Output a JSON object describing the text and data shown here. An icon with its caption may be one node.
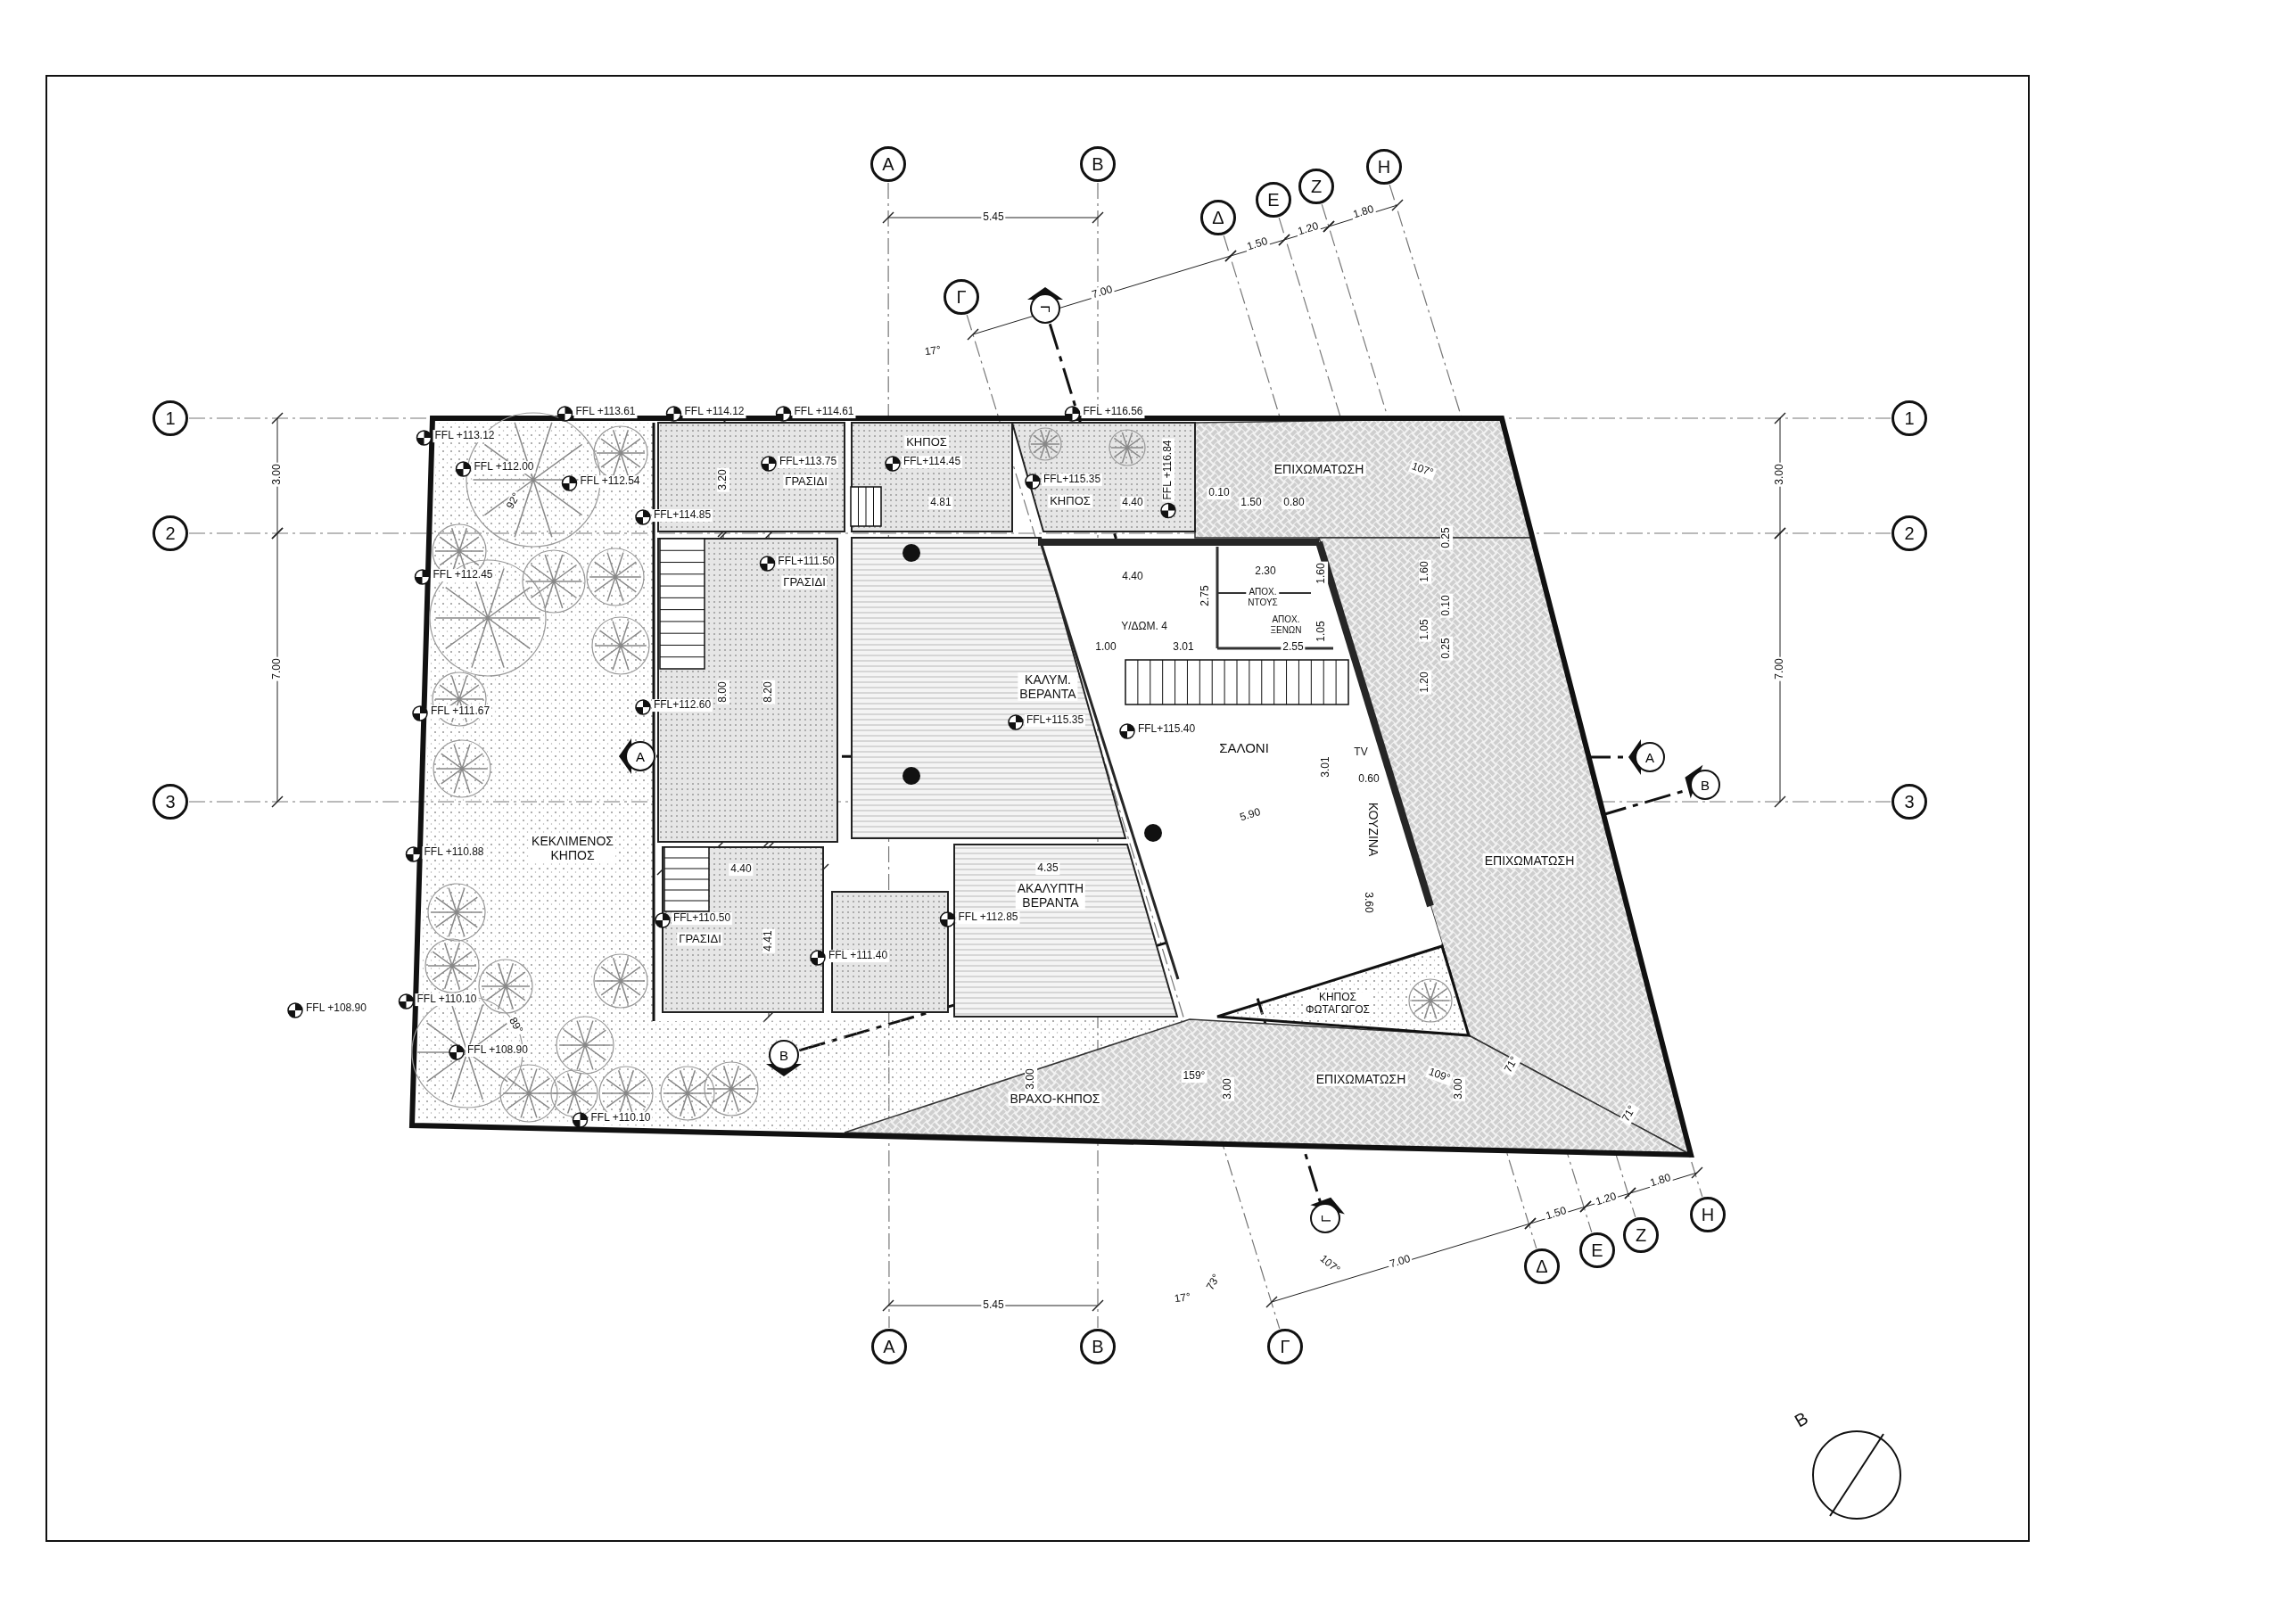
{
  "diagram": {
    "nodes": [
      {
        "text": [
          "Α"
        ]
      },
      {
        "text": [
          "Β"
        ]
      },
      {
        "text": [
          "Η"
        ]
      },
      {
        "text": [
          "Ζ"
        ]
      },
      {
        "text": [
          "Ε"
        ]
      },
      {
        "text": [
          "Δ"
        ]
      },
      {
        "text": [
          "Γ"
        ]
      },
      {
        "text": [
          "Γ"
        ]
      },
      {
        "text": [
          "1"
        ]
      },
      {
        "text": [
          "1"
        ]
      },
      {
        "text": [
          "ΓΡΑΣΙΔΙ"
        ]
      },
      {
        "text": [
          "ΚΗΠΟΣ"
        ]
      },
      {
        "text": [
          "ΚΗΠΟΣ"
        ]
      },
      {
        "text": [
          "ΕΠΙΧΩΜΑΤΩΣΗ"
        ]
      },
      {
        "text": [
          "2"
        ]
      },
      {
        "text": [
          "2"
        ]
      },
      {
        "text": [
          "ΓΡΑΣΙΔΙ"
        ]
      },
      {
        "text": [
          "ΑΠΟΧ. ΝΤΟΥΣ"
        ]
      },
      {
        "text": [
          "ΑΠΟΧ. ΞΕΝΩΝ"
        ]
      },
      {
        "text": [
          "Υ/ΔΩΜ. 4"
        ]
      },
      {
        "text": [
          "ΚΑΛΥΜ. ΒΕΡΑΝΤΑ"
        ]
      },
      {
        "text": [
          "ΣΑΛΟΝΙ"
        ]
      },
      {
        "text": [
          "Α"
        ]
      },
      {
        "text": [
          "Α"
        ]
      },
      {
        "text": [
          "Β"
        ]
      },
      {
        "text": [
          "3"
        ]
      },
      {
        "text": [
          "3"
        ]
      },
      {
        "text": [
          "ΚΕΚΛΙΜΕΝΟΣ ΚΗΠΟΣ"
        ]
      },
      {
        "text": [
          "ΚΟΥΖΙΝΑ"
        ]
      },
      {
        "text": [
          "ΕΠΙΧΩΜΑΤΩΣΗ"
        ]
      },
      {
        "text": [
          "ΑΚΑΛΥΠΤΗ ΒΕΡΑΝΤΑ"
        ]
      },
      {
        "text": [
          "ΓΡΑΣΙΔΙ"
        ]
      },
      {
        "text": [
          "ΚΗΠΟΣ ΦΩΤΑΓΩΓΟΣ"
        ]
      },
      {
        "text": [
          "Β"
        ]
      },
      {
        "text": [
          "ΕΠΙΧΩΜΑΤΩΣΗ"
        ]
      },
      {
        "text": [
          "ΒΡΑΧΟ-ΚΗΠΟΣ"
        ]
      },
      {
        "text": [
          "Η"
        ]
      },
      {
        "text": [
          "Γ"
        ]
      },
      {
        "text": [
          "Ζ"
        ]
      },
      {
        "text": [
          "Ε"
        ]
      },
      {
        "text": [
          "Δ"
        ]
      },
      {
        "text": [
          "Α"
        ]
      },
      {
        "text": [
          "Β"
        ]
      },
      {
        "text": [
          "Γ"
        ]
      },
      {
        "text": [],
        "shape": "circle",
        "beside": [
          "Β"
        ]
      }
    ],
    "edges": [
      {
        "from": 8,
        "to": 9,
        "arrow": "none",
        "style": "dashed"
      },
      {
        "from": 14,
        "to": 15,
        "arrow": "none",
        "style": "dashed"
      },
      {
        "from": 25,
        "to": 26,
        "arrow": "none",
        "style": "dashed"
      },
      {
        "from": 0,
        "to": 41,
        "arrow": "none",
        "style": "dashed"
      },
      {
        "from": 1,
        "to": 42,
        "arrow": "none",
        "style": "dashed"
      },
      {
        "from": 6,
        "to": 43,
        "arrow": "none",
        "style": "dashed"
      },
      {
        "from": 5,
        "to": 40,
        "arrow": "none",
        "style": "dashed"
      },
      {
        "from": 4,
        "to": 39,
        "arrow": "none",
        "style": "dashed"
      },
      {
        "from": 3,
        "to": 38,
        "arrow": "none",
        "style": "dashed"
      },
      {
        "from": 2,
        "to": 36,
        "arrow": "none",
        "style": "dashed"
      },
      {
        "from": 22,
        "to": 23,
        "arrow": "none",
        "style": "dashed",
        "color": "#111111"
      },
      {
        "from": 33,
        "to": 24,
        "arrow": "none",
        "style": "dashed",
        "color": "#111111"
      },
      {
        "from": 7,
        "to": 37,
        "arrow": "none",
        "style": "dashed",
        "color": "#111111"
      }
    ],
    "labels": [
      "5.45",
      "1.80",
      "1.20",
      "1.50",
      "7.00",
      "17°",
      "FFL +113.61",
      "FFL +114.12",
      "FFL +114.61",
      "FFL +116.56",
      "FFL +113.12",
      "3.00",
      "FFL +112.00",
      "FFL +112.54",
      "3.20",
      "FFL+113.75",
      "FFL+114.45",
      "FFL+115.35",
      "FFL +116.84",
      "107°",
      "3.00",
      "92°",
      "4.81",
      "4.40",
      "0.10",
      "1.50",
      "0.80",
      "FFL+114.85",
      "0.25",
      "FFL +112.45",
      "FFL+111.50",
      "4.40",
      "2.30",
      "1.60",
      "1.60",
      "2.75",
      "0.10",
      "1.00",
      "3.01",
      "2.55",
      "1.05",
      "1.05",
      "0.25",
      "7.00",
      "7.00",
      "1.20",
      "8.00",
      "8.20",
      "FFL +111.67",
      "FFL+112.60",
      "FFL+115.35",
      "FFL+115.40",
      "TV",
      "3.01",
      "0.60",
      "5.90",
      "FFL +110.88",
      "4.40",
      "4.35",
      "3.60",
      "FFL+110.50",
      "FFL +112.85",
      "4.41",
      "FFL +111.40",
      "FFL +108.90",
      "FFL +110.10",
      "89°",
      "FFL +108.90",
      "FFL +110.10",
      "3.00",
      "159°",
      "3.00",
      "109°",
      "3.00",
      "71°",
      "71°",
      "1.80",
      "1.20",
      "1.50",
      "107°",
      "7.00",
      "73°",
      "17°",
      "5.45"
    ]
  }
}
